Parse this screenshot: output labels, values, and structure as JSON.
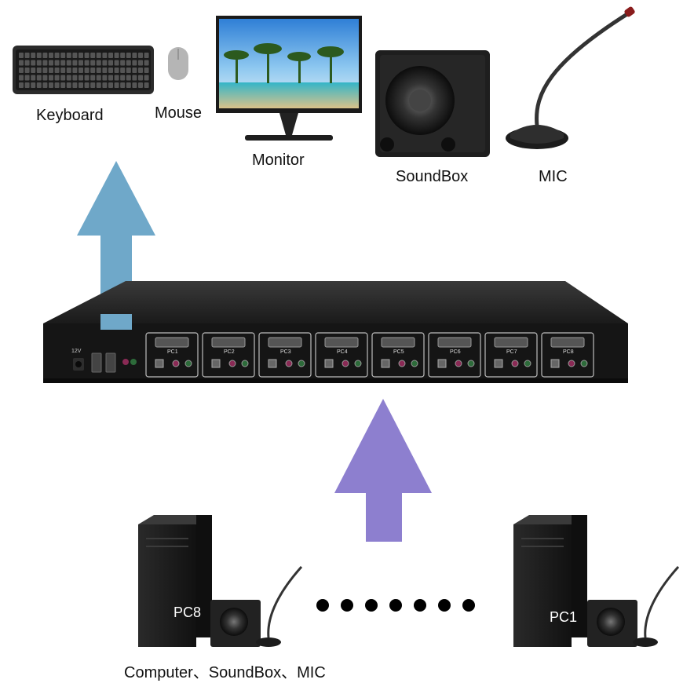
{
  "peripherals": {
    "keyboard_label": "Keyboard",
    "mouse_label": "Mouse",
    "monitor_label": "Monitor",
    "soundbox_label": "SoundBox",
    "mic_label": "MIC"
  },
  "kvm": {
    "power_label": "12V",
    "ports": [
      "PC1",
      "PC2",
      "PC3",
      "PC4",
      "PC5",
      "PC6",
      "PC7",
      "PC8"
    ]
  },
  "computers": {
    "left_label": "PC8",
    "right_label": "PC1",
    "caption": "Computer、SoundBox、MIC"
  },
  "colors": {
    "up_arrow": "#6fa8c9",
    "down_arrow": "#8d7fcf",
    "device_body": "#1c1c1c"
  }
}
